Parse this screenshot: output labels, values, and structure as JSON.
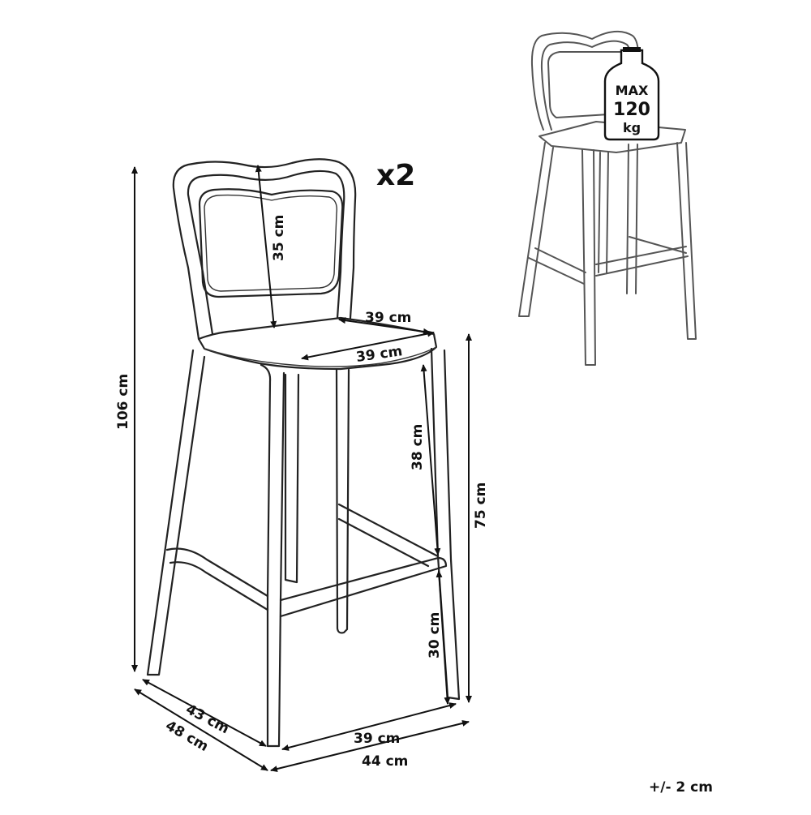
{
  "quantity": "x2",
  "dimensions": {
    "total_height": "106 cm",
    "backrest_height": "35 cm",
    "seat_depth": "39 cm",
    "seat_width": "39 cm",
    "seat_to_footrest": "38 cm",
    "seat_height": "75 cm",
    "footrest_height": "30 cm",
    "top_depth": "43 cm",
    "base_depth": "48 cm",
    "top_width": "39 cm",
    "base_width": "44 cm"
  },
  "max_load": {
    "label": "MAX",
    "value": "120",
    "unit": "kg"
  },
  "tolerance": "+/- 2 cm"
}
